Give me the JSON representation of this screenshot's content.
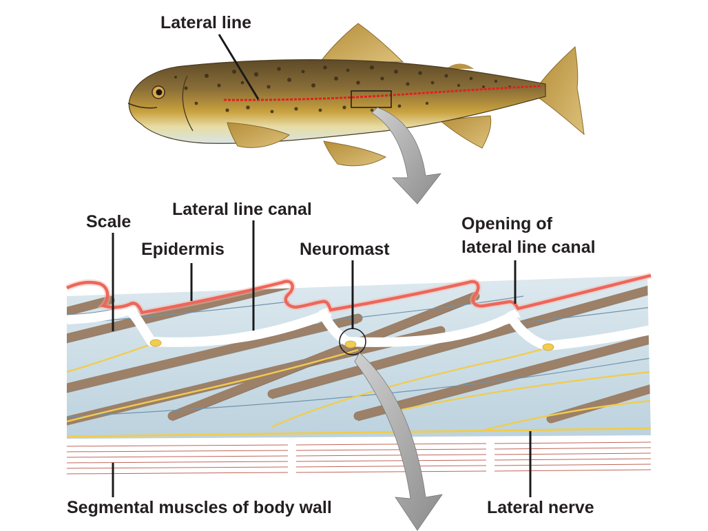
{
  "labels": {
    "lateral_line": "Lateral line",
    "scale": "Scale",
    "lateral_line_canal": "Lateral line canal",
    "epidermis": "Epidermis",
    "neuromast": "Neuromast",
    "opening_line1": "Opening of",
    "opening_line2": "lateral line canal",
    "segmental_muscles": "Segmental muscles of body wall",
    "lateral_nerve": "Lateral nerve"
  },
  "colors": {
    "lateral_line_red": "#e0201e",
    "epidermis_red": "#e8241c",
    "fish_back": "#7a6234",
    "fish_belly": "#dfe6e4",
    "fish_mid": "#c49a3a",
    "fin": "#c9a24a",
    "scale_brown": "#9c8068",
    "tissue_blue": "#c9dce6",
    "canal_white": "#ffffff",
    "nerve_yellow": "#f0cc50",
    "muscle_red": "#b5483c",
    "arrow_gray": "#9a9a9a",
    "label_text": "#231f20"
  }
}
